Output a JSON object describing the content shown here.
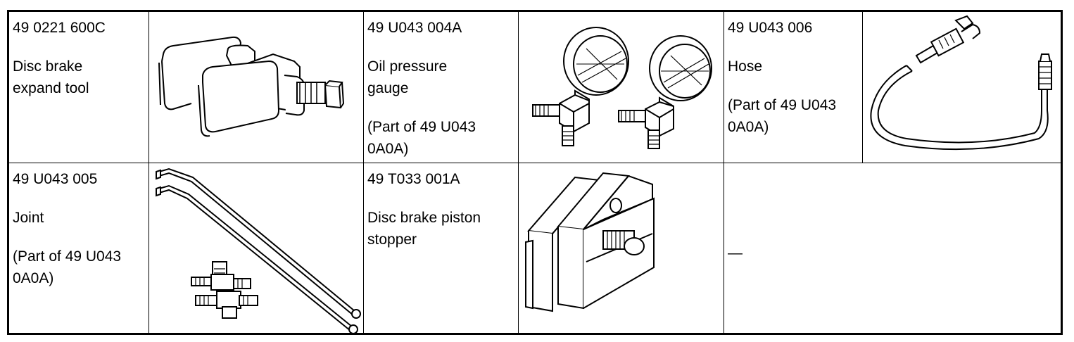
{
  "tools": [
    {
      "code": "49 0221 600C",
      "name_lines": [
        "Disc brake",
        "expand tool"
      ],
      "note_lines": [],
      "icon": "disc-brake-expand-tool-icon"
    },
    {
      "code": "49 U043 004A",
      "name_lines": [
        "Oil pressure",
        "gauge"
      ],
      "note_lines": [
        "(Part of 49 U043",
        "0A0A)"
      ],
      "icon": "oil-pressure-gauge-icon"
    },
    {
      "code": "49 U043 006",
      "name_lines": [
        "Hose"
      ],
      "note_lines": [
        "(Part of 49 U043",
        "0A0A)"
      ],
      "icon": "hose-icon"
    },
    {
      "code": "49 U043 005",
      "name_lines": [
        "Joint"
      ],
      "note_lines": [
        "(Part of 49 U043",
        "0A0A)"
      ],
      "icon": "joint-icon"
    },
    {
      "code": "49 T033 001A",
      "name_lines": [
        "Disc brake piston",
        "stopper"
      ],
      "note_lines": [],
      "icon": "disc-brake-piston-stopper-icon"
    }
  ],
  "empty_cell_text": "—"
}
